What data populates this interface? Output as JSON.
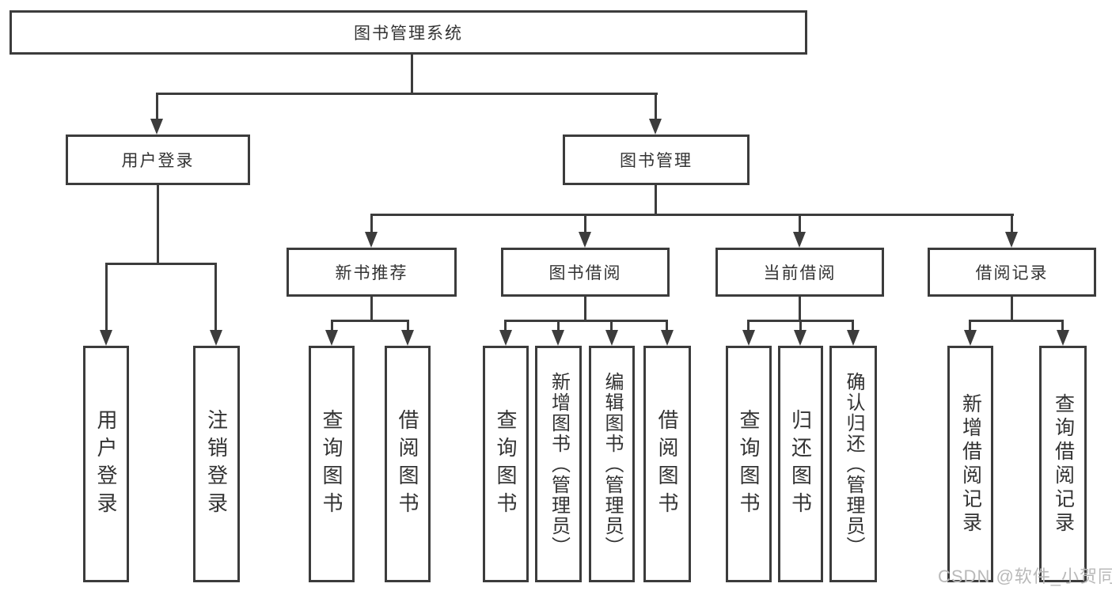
{
  "title": "图书管理系统",
  "branches": [
    {
      "label": "用户登录",
      "children": [
        "用户登录",
        "注销登录"
      ]
    },
    {
      "label": "图书管理",
      "children": [
        {
          "label": "新书推荐",
          "children": [
            "查询图书",
            "借阅图书"
          ]
        },
        {
          "label": "图书借阅",
          "children": [
            "查询图书",
            "新增图书（管理员）",
            "编辑图书（管理员）",
            "借阅图书"
          ]
        },
        {
          "label": "当前借阅",
          "children": [
            "查询图书",
            "归还图书",
            "确认归还（管理员）"
          ]
        },
        {
          "label": "借阅记录",
          "children": [
            "新增借阅记录",
            "查询借阅记录"
          ]
        }
      ]
    }
  ],
  "watermark": {
    "text": "CSDN @软件_小贺同学"
  },
  "colors": {
    "line": "#3c3c3c",
    "node_text": "#333333",
    "watermark_text": "#b9b9b9",
    "background": "#ffffff"
  }
}
